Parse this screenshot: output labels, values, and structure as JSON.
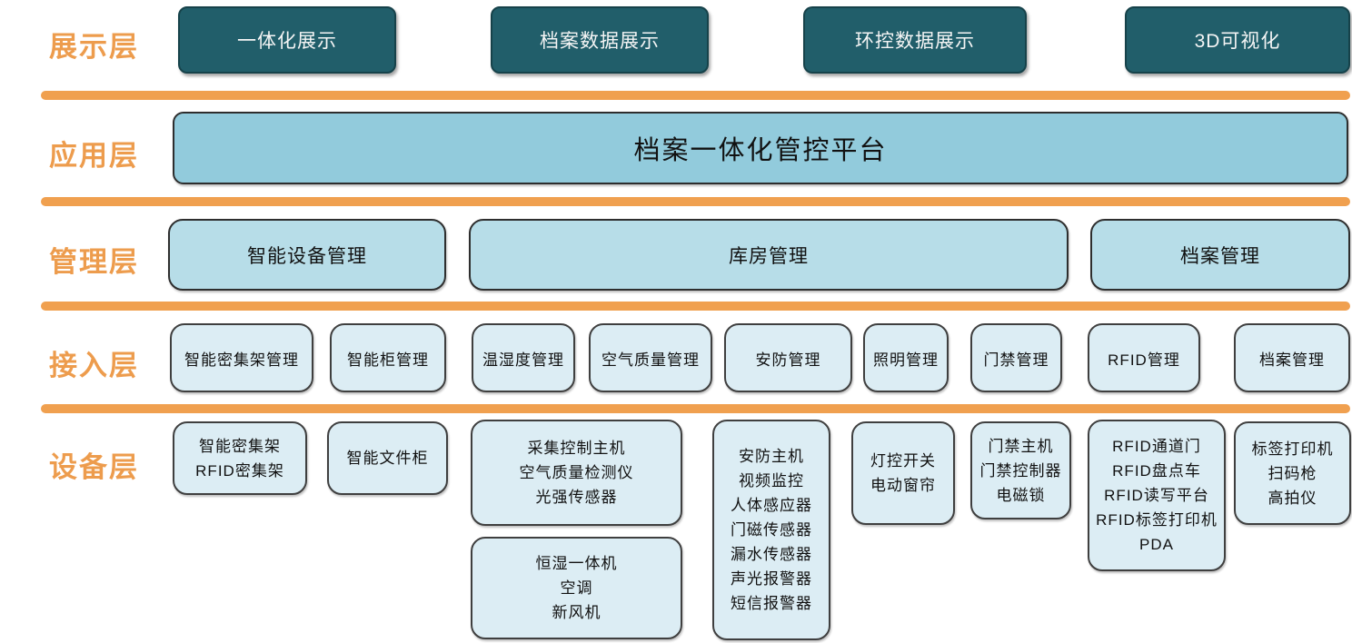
{
  "colors": {
    "accent_orange": "#F0A04F",
    "label_orange": "#ED9C4D",
    "display_teal": "#215E6A",
    "application_blue": "#92CBDC",
    "management_blue": "#B7DDE8",
    "light_blue": "#DCEDF4"
  },
  "layers": {
    "display": {
      "label": "展示层",
      "boxes": [
        "一体化展示",
        "档案数据展示",
        "环控数据展示",
        "3D可视化"
      ]
    },
    "application": {
      "label": "应用层",
      "platform": "档案一体化管控平台"
    },
    "management": {
      "label": "管理层",
      "boxes": [
        "智能设备管理",
        "库房管理",
        "档案管理"
      ]
    },
    "access": {
      "label": "接入层",
      "boxes": [
        "智能密集架管理",
        "智能柜管理",
        "温湿度管理",
        "空气质量管理",
        "安防管理",
        "照明管理",
        "门禁管理",
        "RFID管理",
        "档案管理"
      ]
    },
    "device": {
      "label": "设备层",
      "boxes": [
        {
          "lines": [
            "智能密集架",
            "RFID密集架"
          ]
        },
        {
          "lines": [
            "智能文件柜"
          ]
        },
        {
          "lines": [
            "采集控制主机",
            "空气质量检测仪",
            "光强传感器"
          ]
        },
        {
          "lines": [
            "恒湿一体机",
            "空调",
            "新风机"
          ]
        },
        {
          "lines": [
            "安防主机",
            "视频监控",
            "人体感应器",
            "门磁传感器",
            "漏水传感器",
            "声光报警器",
            "短信报警器"
          ]
        },
        {
          "lines": [
            "灯控开关",
            "电动窗帘"
          ]
        },
        {
          "lines": [
            "门禁主机",
            "门禁控制器",
            "电磁锁"
          ]
        },
        {
          "lines": [
            "RFID通道门",
            "RFID盘点车",
            "RFID读写平台",
            "RFID标签打印机",
            "PDA"
          ]
        },
        {
          "lines": [
            "标签打印机",
            "扫码枪",
            "高拍仪"
          ]
        }
      ]
    }
  }
}
